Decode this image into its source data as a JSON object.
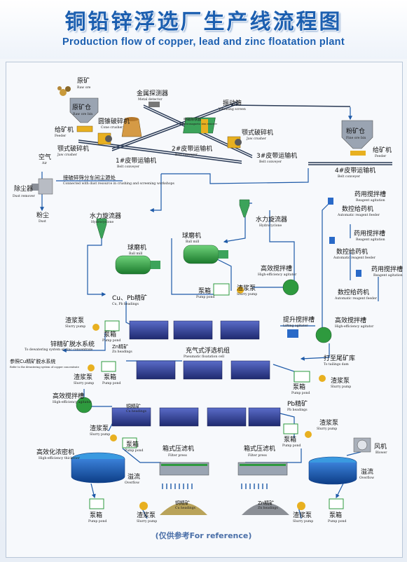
{
  "title_cn": "铜铅锌浮选厂生产线流程图",
  "title_en": "Production flow of copper, lead and zinc floatation plant",
  "footer": "(仅供参考For reference)",
  "labels": {
    "raw_ore": {
      "cn": "原矿",
      "en": "Raw ore"
    },
    "raw_ore_bin": {
      "cn": "原矿仓",
      "en": "Raw ore bin"
    },
    "metal_detector": {
      "cn": "金属探测器",
      "en": "Metal detector"
    },
    "vibrating_screen": {
      "cn": "振动筛",
      "en": "Vibrating screen"
    },
    "cone_crusher": {
      "cn": "圆锥破碎机",
      "en": "Cone crusher"
    },
    "electromagnetic": {
      "cn": "电磁除铁器",
      "en": "Electromagnetic iron remover"
    },
    "feeder1": {
      "cn": "给矿机",
      "en": "Feeder"
    },
    "jaw_crusher1": {
      "cn": "颚式破碎机",
      "en": "Jaw crusher"
    },
    "jaw_crusher2": {
      "cn": "颚式破碎机",
      "en": "Jaw crusher"
    },
    "belt1": {
      "cn": "1#皮带运输机",
      "en": "Belt conveyer"
    },
    "belt2": {
      "cn": "2#皮带运输机",
      "en": "Belt conveyer"
    },
    "belt3": {
      "cn": "3#皮带运输机",
      "en": "Belt conveyer"
    },
    "belt4": {
      "cn": "4#皮带运输机",
      "en": "Belt conveyer"
    },
    "fine_bin": {
      "cn": "粉矿仓",
      "en": "Fine ore bin"
    },
    "feeder2": {
      "cn": "给矿机",
      "en": "Feeder"
    },
    "air": {
      "cn": "空气",
      "en": "Air"
    },
    "dust_remover": {
      "cn": "除尘器",
      "en": "Dust remover"
    },
    "dust_note": {
      "cn": "接破碎筛分车间尘源处",
      "en": "Connected with dust resource in crushing and screening workshops"
    },
    "dust": {
      "cn": "粉尘",
      "en": "Dust"
    },
    "hydrocyclone1": {
      "cn": "水力旋流器",
      "en": "Hydrocyclone"
    },
    "hydrocyclone2": {
      "cn": "水力旋流器",
      "en": "Hydrocyclone"
    },
    "ball_mill1": {
      "cn": "球磨机",
      "en": "Ball mill"
    },
    "ball_mill2": {
      "cn": "球磨机",
      "en": "Ball mill"
    },
    "reagent1": {
      "cn": "药用搅拌槽",
      "en": "Reagent agitation"
    },
    "auto_feeder1": {
      "cn": "数控给药机",
      "en": "Automatic reagent feeder"
    },
    "reagent2": {
      "cn": "药用搅拌槽",
      "en": "Reagent agitation"
    },
    "auto_feeder2": {
      "cn": "数控给药机",
      "en": "Automatic reagent feeder"
    },
    "reagent3": {
      "cn": "药用搅拌槽",
      "en": "Reagent agitation"
    },
    "auto_feeder3": {
      "cn": "数控给药机",
      "en": "Automatic reagent feeder"
    },
    "he_agitator1": {
      "cn": "高效搅拌槽",
      "en": "High-efficiency agitator"
    },
    "pump_pond1": {
      "cn": "泵箱",
      "en": "Pump pond"
    },
    "slurry_pump1": {
      "cn": "渣浆泵",
      "en": "Slurry pump"
    },
    "cupb": {
      "cn": "Cu、Pb精矿",
      "en": "Cu, Pb headings"
    },
    "slurry_pump2": {
      "cn": "渣浆泵",
      "en": "Slurry pump"
    },
    "pump_pond2": {
      "cn": "泵箱",
      "en": "Pump pond"
    },
    "lift_agitator": {
      "cn": "提升搅拌槽",
      "en": "Lifting agitator"
    },
    "he_agitator2": {
      "cn": "高效搅拌槽",
      "en": "High-efficiency agitator"
    },
    "zn_dewater": {
      "cn": "锌精矿脱水系统",
      "en": "To dewatering system of zinc concentrate"
    },
    "zn_head": {
      "cn": "Zn精矿",
      "en": "Zn headings"
    },
    "cu_dewater": {
      "cn": "参照Cu精矿脱水系统",
      "en": "Refer to the dewatering system of copper concentrate"
    },
    "aerated_cell": {
      "cn": "充气式浮选机组",
      "en": "Pneumatic floatation cell"
    },
    "tailings": {
      "cn": "打至尾矿库",
      "en": "To tailings dam"
    },
    "slurry_pump3": {
      "cn": "渣浆泵",
      "en": "Slurry pump"
    },
    "pump_pond3": {
      "cn": "泵箱",
      "en": "Pump pond"
    },
    "slurry_pump4": {
      "cn": "渣浆泵",
      "en": "Slurry pump"
    },
    "pump_pond4": {
      "cn": "泵箱",
      "en": "Pump pond"
    },
    "he_agitator3": {
      "cn": "高效搅拌槽",
      "en": "High-efficiency agitator"
    },
    "cu_head": {
      "cn": "铜精矿",
      "en": "Cu headings"
    },
    "pb_head": {
      "cn": "Pb精矿",
      "en": "Pb headings"
    },
    "slurry_pump5": {
      "cn": "渣浆泵",
      "en": "Slurry pump"
    },
    "pump_pond5": {
      "cn": "泵箱",
      "en": "Pump pond"
    },
    "slurry_pump6": {
      "cn": "渣浆泵",
      "en": "Slurry pump"
    },
    "pump_pond6": {
      "cn": "泵箱",
      "en": "Pump pond"
    },
    "thickener": {
      "cn": "高效化浓密机",
      "en": "High-efficiency thickener"
    },
    "filter1": {
      "cn": "箱式压滤机",
      "en": "Filter press"
    },
    "filter2": {
      "cn": "箱式压滤机",
      "en": "Filter press"
    },
    "blower": {
      "cn": "风机",
      "en": "Blower"
    },
    "overflow1": {
      "cn": "溢流",
      "en": "Overflow"
    },
    "overflow2": {
      "cn": "溢流",
      "en": "Overflow"
    },
    "cu_pile": {
      "cn": "铜精矿",
      "en": "Cu headings"
    },
    "zn_pile": {
      "cn": "Zn精矿",
      "en": "Zn headings"
    },
    "pump_pond7": {
      "cn": "泵箱",
      "en": "Pump pond"
    },
    "slurry_pump7": {
      "cn": "渣浆泵",
      "en": "Slurry pump"
    },
    "slurry_pump8": {
      "cn": "渣浆泵",
      "en": "Slurry pump"
    },
    "pump_pond8": {
      "cn": "泵箱",
      "en": "Pump pond"
    }
  },
  "colors": {
    "title": "#1c5fb0",
    "pipe": "#1e5aa8",
    "machine": "#2e9a3e",
    "cell": "#2f3f9a",
    "yellow": "#e8b020"
  }
}
